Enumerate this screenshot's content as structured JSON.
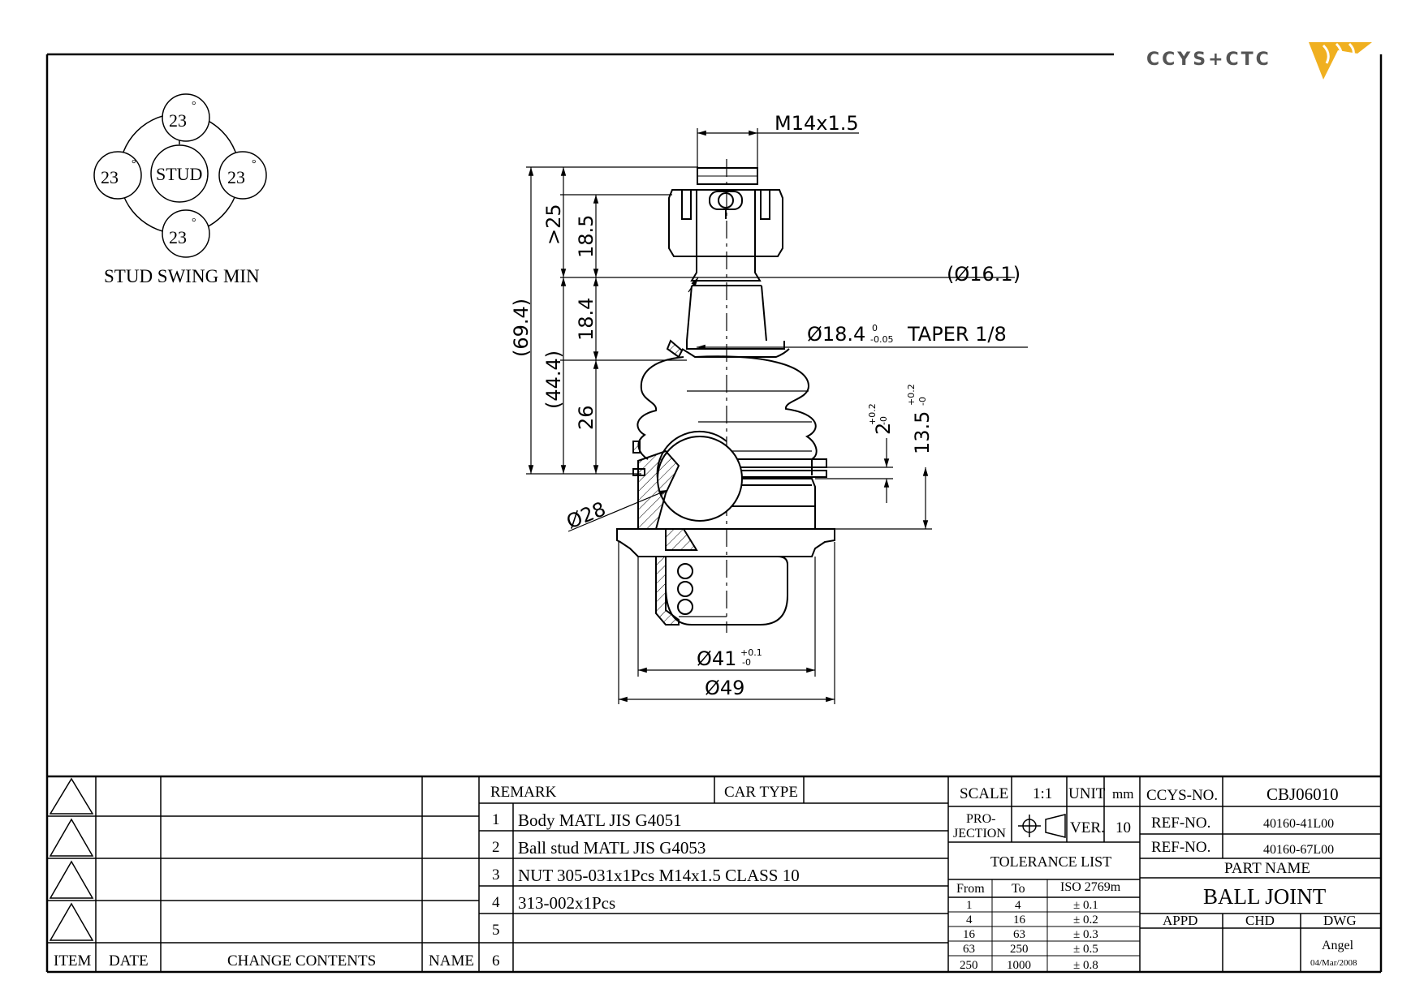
{
  "logo": {
    "text": "CCYS+CTC"
  },
  "swing": {
    "title": "STUD SWING MIN",
    "center": "STUD",
    "angles": [
      "23",
      "23",
      "23",
      "23"
    ],
    "degree": "°"
  },
  "dims": {
    "thread": "M14x1.5",
    "d161": "(Ø16.1)",
    "taper": "Ø18.4",
    "taper_tol_up": "0",
    "taper_tol_dn": "-0.05",
    "taper_text": "TAPER 1/8",
    "v25": ">25",
    "v185": "18.5",
    "v694": "(69.4)",
    "v184": "18.4",
    "v444": "(44.4)",
    "v26": "26",
    "d28": "Ø28",
    "v2": "2",
    "v2_up": "+0.2",
    "v2_dn": "-0",
    "v135": "13.5",
    "v135_up": "+0.2",
    "v135_dn": "-0",
    "d41": "Ø41",
    "d41_up": "+0.1",
    "d41_dn": "-0",
    "d49": "Ø49"
  },
  "revision": {
    "headers": [
      "ITEM",
      "DATE",
      "CHANGE CONTENTS",
      "NAME"
    ]
  },
  "remarks": {
    "header": "REMARK",
    "car_type": "CAR TYPE",
    "items": [
      {
        "no": "1",
        "text": "Body MATL JIS G4051"
      },
      {
        "no": "2",
        "text": "Ball stud MATL JIS G4053"
      },
      {
        "no": "3",
        "text": "NUT 305-031x1Pcs M14x1.5 CLASS 10"
      },
      {
        "no": "4",
        "text": "313-002x1Pcs"
      },
      {
        "no": "5",
        "text": ""
      },
      {
        "no": "6",
        "text": ""
      }
    ]
  },
  "spec": {
    "scale_label": "SCALE",
    "scale": "1:1",
    "unit_label": "UNIT",
    "unit": "mm",
    "projection_l1": "PRO-",
    "projection_l2": "JECTION",
    "ver_label": "VER.",
    "ver": "10",
    "tolerance_title": "TOLERANCE LIST",
    "tol_headers": [
      "From",
      "To",
      "ISO 2769m"
    ],
    "tol_rows": [
      [
        "1",
        "4",
        "± 0.1"
      ],
      [
        "4",
        "16",
        "± 0.2"
      ],
      [
        "16",
        "63",
        "± 0.3"
      ],
      [
        "63",
        "250",
        "± 0.5"
      ],
      [
        "250",
        "1000",
        "± 0.8"
      ]
    ]
  },
  "title": {
    "ccys_label": "CCYS-NO.",
    "ccys": "CBJ06010",
    "ref_label": "REF-NO.",
    "ref1": "40160-41L00",
    "ref2": "40160-67L00",
    "part_label": "PART NAME",
    "part": "BALL JOINT",
    "appd": "APPD",
    "chd": "CHD",
    "dwg": "DWG",
    "drawer": "Angel",
    "date": "04/Mar/2008"
  }
}
